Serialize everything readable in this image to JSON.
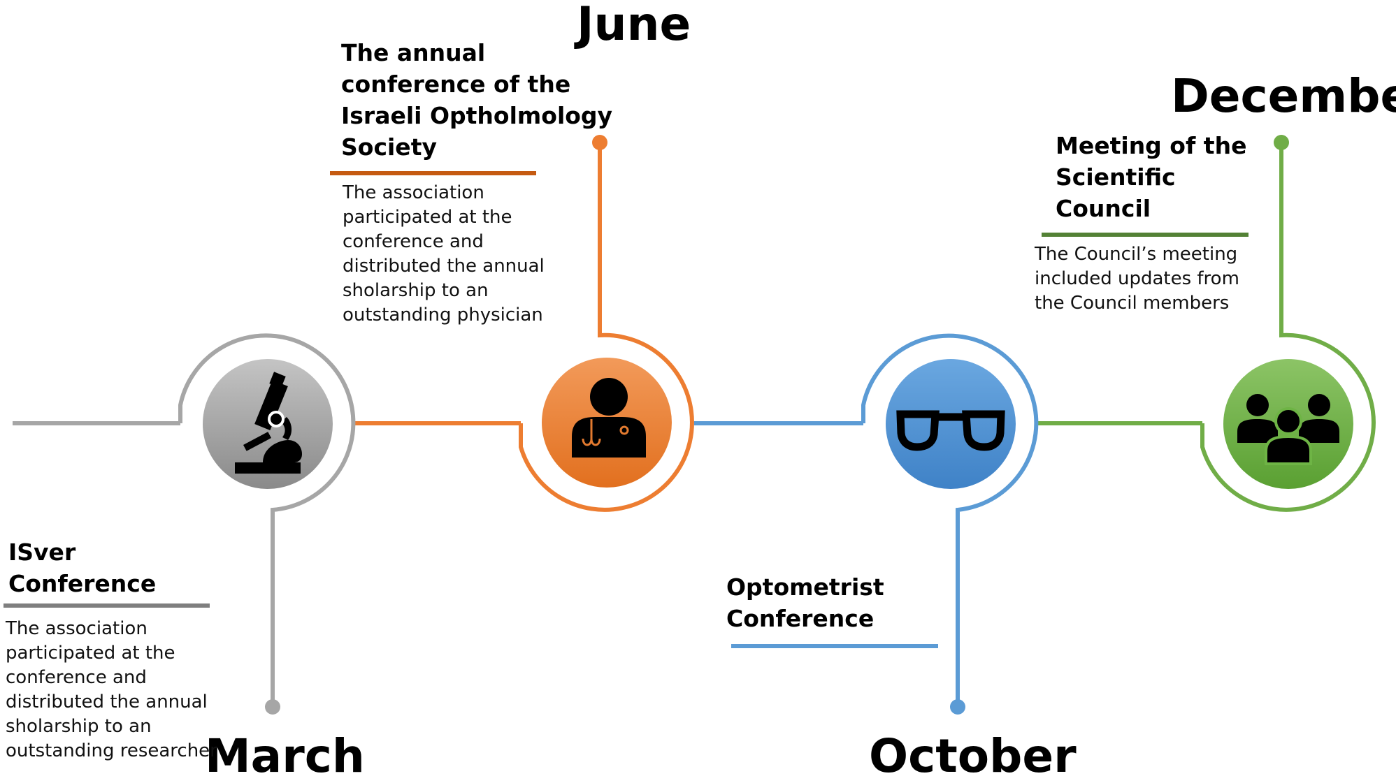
{
  "colors": {
    "march": "#a6a6a6",
    "june": "#ed7d31",
    "october": "#5b9bd5",
    "december": "#70ad47",
    "march_underline": "#7f7f7f",
    "june_underline": "#c55a11",
    "october_underline": "#5b9bd5",
    "december_underline": "#538135"
  },
  "events": [
    {
      "month": "March",
      "title": "ISver\nConference",
      "description": "The association\nparticipated at the\nconference and\ndistributed  the annual\nsholarship to an\noutstanding researcher",
      "icon": "microscope-icon"
    },
    {
      "month": "June",
      "title": "The annual\nconference of the\nIsraeli Optholmology\nSociety",
      "description": "The association\nparticipated at the\nconference and\ndistributed  the annual\nsholarship  to an\noutstanding physician",
      "icon": "doctor-icon"
    },
    {
      "month": "October",
      "title": "Optometrist\nConference",
      "description": "",
      "icon": "glasses-icon"
    },
    {
      "month": "December",
      "title": "Meeting of the\nScientific\nCouncil",
      "description": "The Council’s meeting\nincluded updates from\nthe Council members",
      "icon": "group-icon"
    }
  ]
}
